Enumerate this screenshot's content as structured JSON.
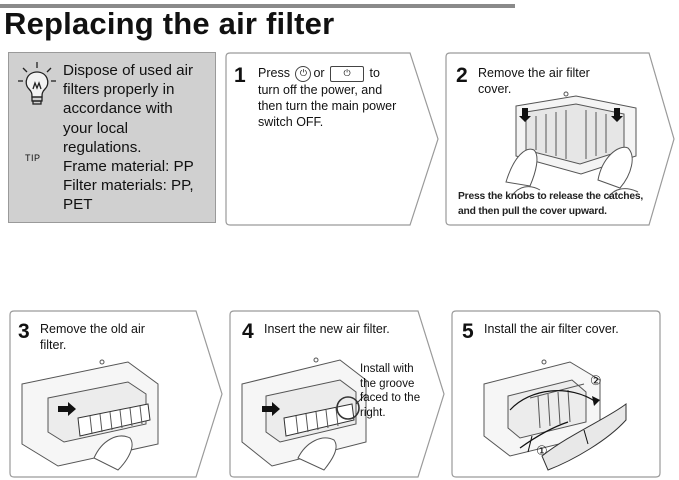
{
  "title": "Replacing the air filter",
  "tip": {
    "label": "TIP",
    "lines": [
      "Dispose of used air",
      "filters properly in",
      "accordance with",
      "your local",
      "regulations.",
      "Frame material: PP",
      "Filter materials: PP,",
      "PET"
    ]
  },
  "steps": [
    {
      "number": "1",
      "line1_pre": "Press",
      "line1_mid": "or",
      "line1_post": "to",
      "lines": [
        "turn off the power, and",
        "then turn the main power",
        "switch OFF."
      ]
    },
    {
      "number": "2",
      "lines": [
        "Remove the air filter",
        "cover."
      ],
      "caption": [
        "Press the knobs to release the catches,",
        "and then pull the cover upward."
      ]
    },
    {
      "number": "3",
      "lines": [
        "Remove the old air",
        "filter."
      ]
    },
    {
      "number": "4",
      "lines": [
        "Insert the new air filter."
      ],
      "note": [
        "Install with",
        "the groove",
        "faced to the",
        "right."
      ]
    },
    {
      "number": "5",
      "lines": [
        "Install the air filter cover."
      ],
      "markers": [
        "②",
        "①"
      ]
    }
  ]
}
